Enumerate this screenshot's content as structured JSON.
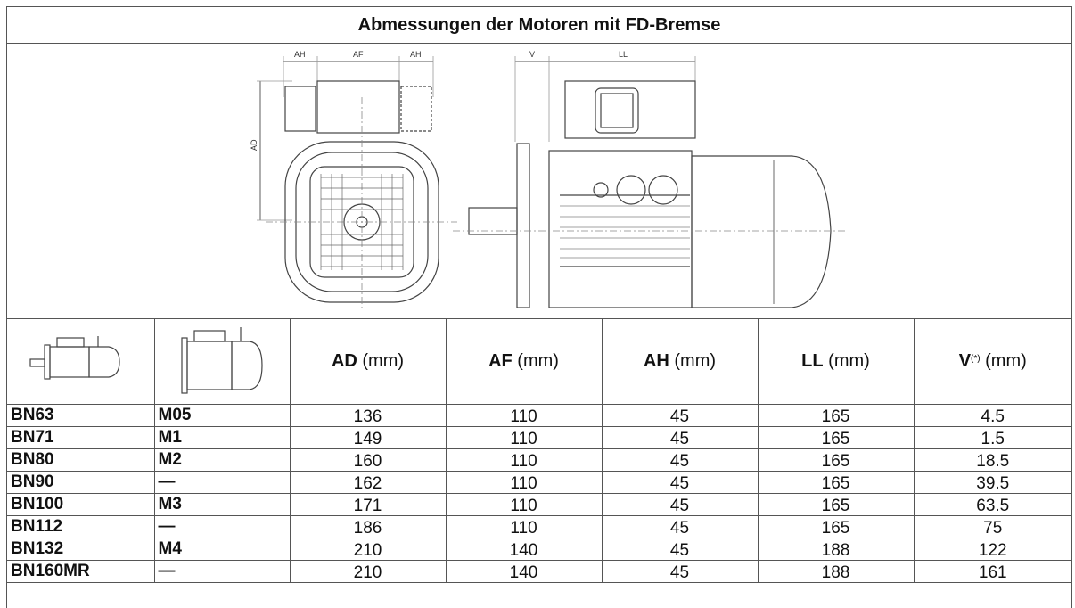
{
  "title": "Abmessungen der Motoren mit FD-Bremse",
  "drawing_labels": {
    "ah_left": "AH",
    "af": "AF",
    "ah_right": "AH",
    "ad": "AD",
    "v": "V",
    "ll": "LL"
  },
  "table": {
    "headers": [
      {
        "code": "AD",
        "unit": " (mm)",
        "sup": ""
      },
      {
        "code": "AF",
        "unit": " (mm)",
        "sup": ""
      },
      {
        "code": "AH",
        "unit": " (mm)",
        "sup": ""
      },
      {
        "code": "LL",
        "unit": " (mm)",
        "sup": ""
      },
      {
        "code": "V",
        "unit": " (mm)",
        "sup": "(*)"
      }
    ],
    "rows": [
      {
        "bn": "BN63",
        "m": "M05",
        "ad": "136",
        "af": "110",
        "ah": "45",
        "ll": "165",
        "v": "4.5"
      },
      {
        "bn": "BN71",
        "m": "M1",
        "ad": "149",
        "af": "110",
        "ah": "45",
        "ll": "165",
        "v": "1.5"
      },
      {
        "bn": "BN80",
        "m": "M2",
        "ad": "160",
        "af": "110",
        "ah": "45",
        "ll": "165",
        "v": "18.5"
      },
      {
        "bn": "BN90",
        "m": "—",
        "ad": "162",
        "af": "110",
        "ah": "45",
        "ll": "165",
        "v": "39.5"
      },
      {
        "bn": "BN100",
        "m": "M3",
        "ad": "171",
        "af": "110",
        "ah": "45",
        "ll": "165",
        "v": "63.5"
      },
      {
        "bn": "BN112",
        "m": "—",
        "ad": "186",
        "af": "110",
        "ah": "45",
        "ll": "165",
        "v": "75"
      },
      {
        "bn": "BN132",
        "m": "M4",
        "ad": "210",
        "af": "140",
        "ah": "45",
        "ll": "188",
        "v": "122"
      },
      {
        "bn": "BN160MR",
        "m": "—",
        "ad": "210",
        "af": "140",
        "ah": "45",
        "ll": "188",
        "v": "161"
      }
    ]
  }
}
